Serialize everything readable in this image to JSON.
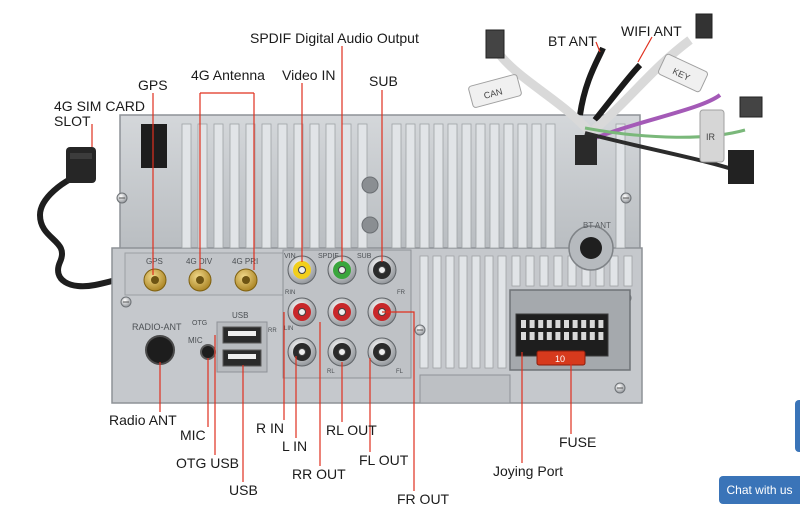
{
  "callouts": {
    "spdif": "SPDIF Digital Audio Output",
    "bt_ant": "BT ANT",
    "wifi_ant": "WIFI ANT",
    "gps": "GPS",
    "antenna_4g": "4G Antenna",
    "video_in": "Video IN",
    "sub": "SUB",
    "sim_slot_line1": "4G SIM CARD",
    "sim_slot_line2": "SLOT",
    "radio_ant": "Radio ANT",
    "mic": "MIC",
    "otg_usb": "OTG USB",
    "usb": "USB",
    "r_in": "R IN",
    "l_in": "L IN",
    "rr_out": "RR OUT",
    "rl_out": "RL OUT",
    "fl_out": "FL OUT",
    "fr_out": "FR OUT",
    "joying_port": "Joying Port",
    "fuse": "FUSE"
  },
  "panel_prints": {
    "gps": "GPS",
    "div": "4G DIV",
    "pri": "4G PRI",
    "vin": "VIN",
    "spdif": "SPDIF",
    "sub": "SUB",
    "rin": "RIN",
    "lin": "LIN",
    "fr": "FR",
    "rl": "RL",
    "fl": "FL",
    "rr": "RR",
    "radio_ant": "RADIO-ANT",
    "otg": "OTG",
    "usb": "USB",
    "mic": "MIC",
    "bt_ant": "BT ANT",
    "fuse_value": "10",
    "tag_can": "CAN",
    "tag_key": "KEY",
    "tag_ir": "IR"
  },
  "chat": {
    "label": "Chat with us"
  },
  "colors": {
    "leader": "#e0301e",
    "gold": "#c9a13a",
    "panel": "#c9ccd0",
    "fin": "#e1e4e7",
    "yellow_jack": "#f2cf1c",
    "green_jack": "#3aa63c",
    "red_jack": "#c8272a",
    "chat_bg": "#3a74b8"
  }
}
